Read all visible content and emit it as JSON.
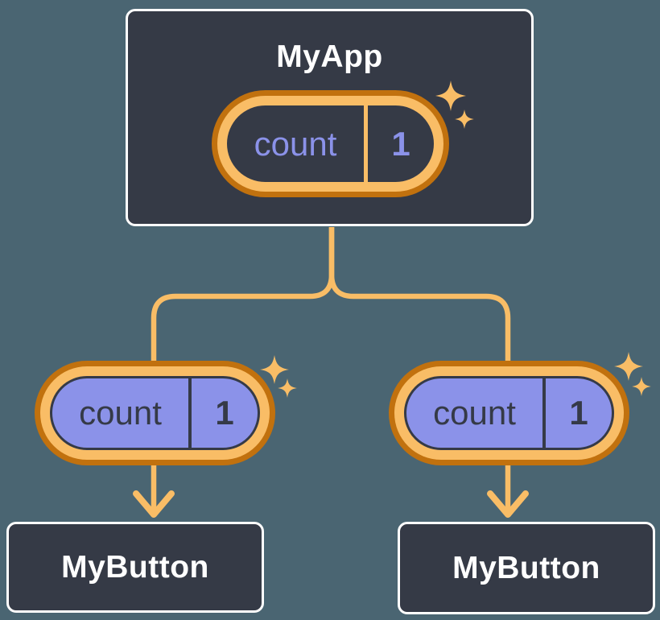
{
  "colors": {
    "bg": "#4a6572",
    "panel": "#353a46",
    "panel-border": "#ffffff",
    "orange-dark": "#c1710e",
    "orange-light": "#f9bd66",
    "purple": "#8b92e9",
    "ink": "#353a47",
    "title": "#ffffff"
  },
  "icons": {
    "sparkle": "four-point-star"
  },
  "diagram": {
    "root": {
      "title": "MyApp",
      "state": {
        "label": "count",
        "value": "1"
      }
    },
    "children": [
      {
        "title": "MyButton",
        "state": {
          "label": "count",
          "value": "1"
        }
      },
      {
        "title": "MyButton",
        "state": {
          "label": "count",
          "value": "1"
        }
      }
    ]
  }
}
